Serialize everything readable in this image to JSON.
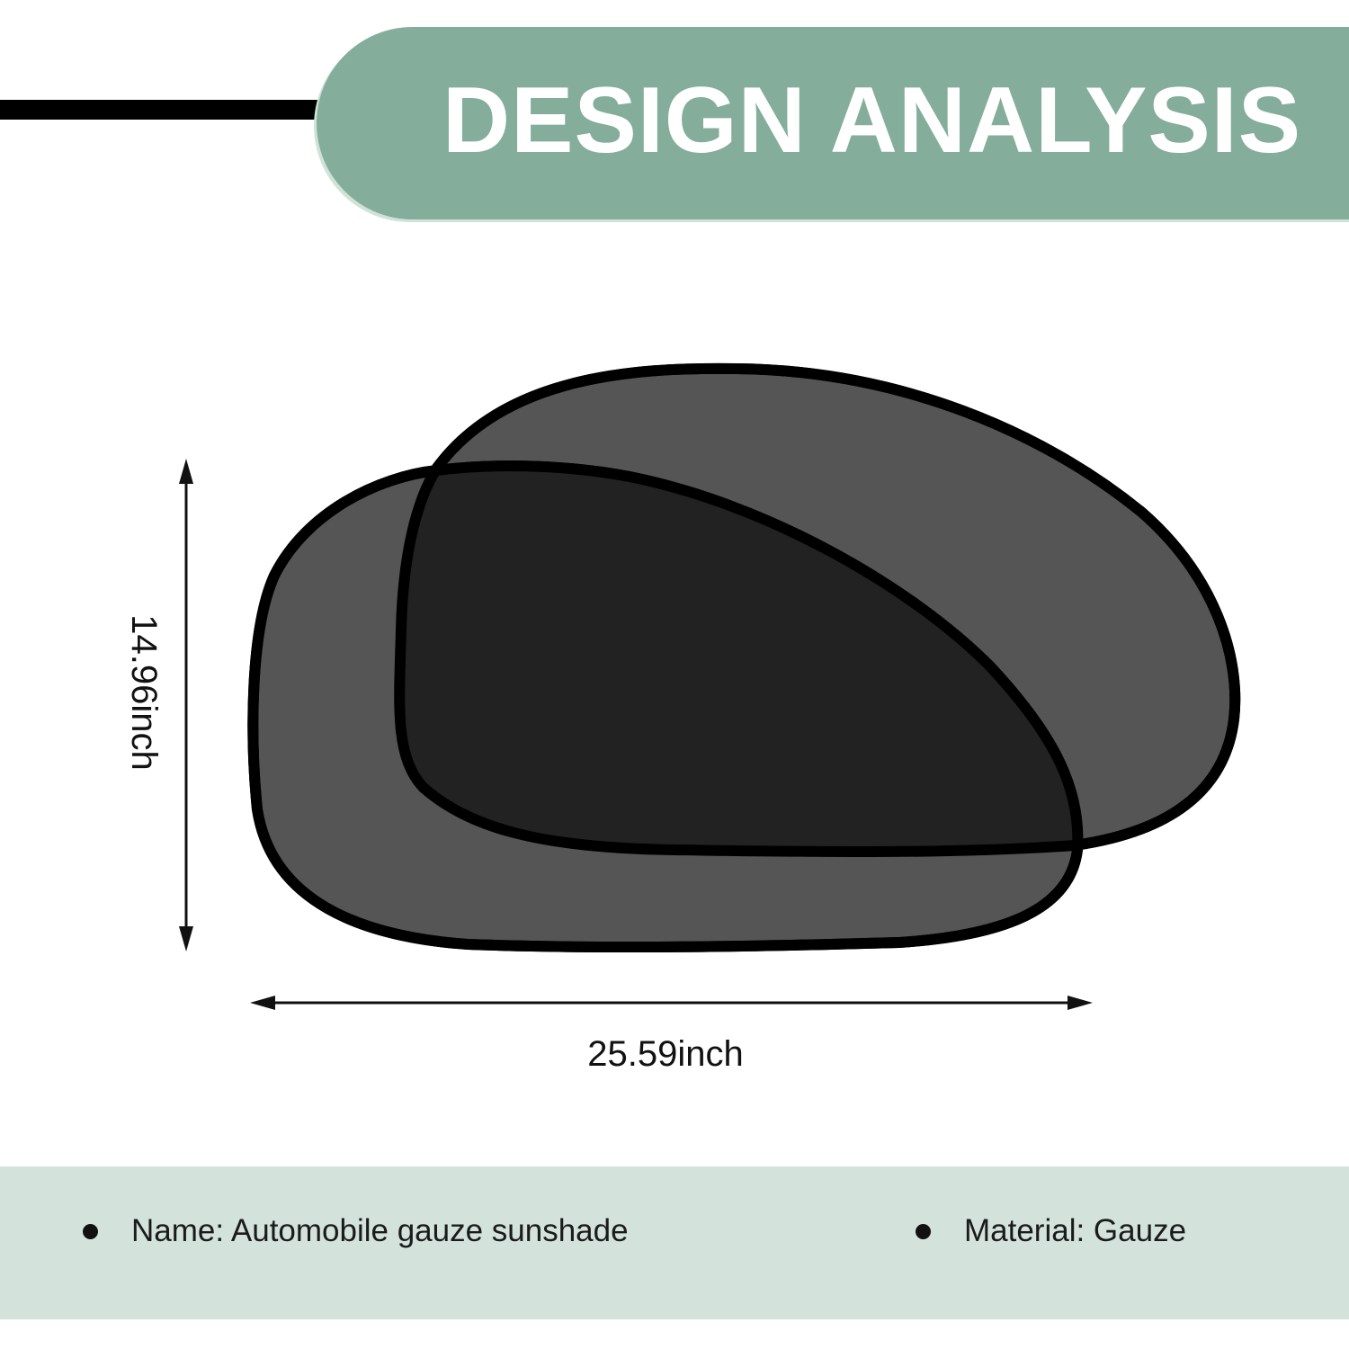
{
  "header": {
    "title": "DESIGN ANALYSIS"
  },
  "dimensions": {
    "height": "14.96inch",
    "width": "25.59inch"
  },
  "specs": {
    "name": "Name: Automobile gauze sunshade",
    "material": "Material: Gauze"
  },
  "colors": {
    "banner": "#84ad9b",
    "spec_band": "#d3e3dc",
    "shade_fill": "#555555",
    "shade_overlap": "#222222",
    "outline": "#000000"
  },
  "icons": {
    "bullet": "bullet-dot-icon",
    "arrows": "double-arrow-icon"
  }
}
